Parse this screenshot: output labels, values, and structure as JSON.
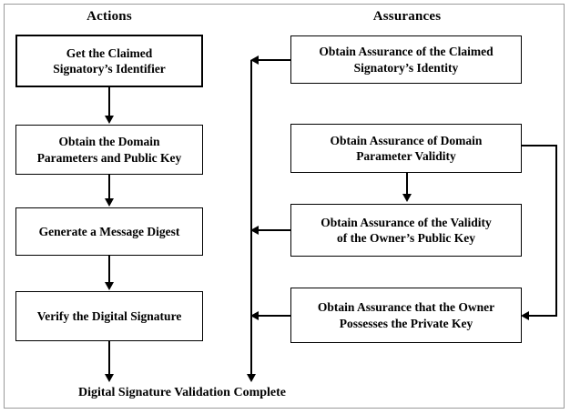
{
  "figure": {
    "type": "flowchart",
    "columns": [
      {
        "name": "actions",
        "header": "Actions"
      },
      {
        "name": "assurances",
        "header": "Assurances"
      }
    ],
    "actions": [
      {
        "id": "a1",
        "label": "Get the Claimed Signatory’s Identifier",
        "line1": "Get the Claimed",
        "line2": "Signatory’s Identifier",
        "emphasis": "thick"
      },
      {
        "id": "a2",
        "label": "Obtain the Domain Parameters and Public Key",
        "line1": "Obtain the Domain",
        "line2": "Parameters and Public Key",
        "emphasis": "normal"
      },
      {
        "id": "a3",
        "label": "Generate a Message Digest",
        "line1": "Generate a Message Digest",
        "line2": "",
        "emphasis": "normal"
      },
      {
        "id": "a4",
        "label": "Verify the Digital Signature",
        "line1": "Verify the Digital Signature",
        "line2": "",
        "emphasis": "normal"
      }
    ],
    "assurances": [
      {
        "id": "s1",
        "label": "Obtain Assurance of the Claimed Signatory’s Identity",
        "line1": "Obtain Assurance of the Claimed",
        "line2": "Signatory’s Identity",
        "emphasis": "normal"
      },
      {
        "id": "s2",
        "label": "Obtain Assurance of Domain Parameter Validity",
        "line1": "Obtain Assurance of Domain",
        "line2": "Parameter Validity",
        "emphasis": "normal"
      },
      {
        "id": "s3",
        "label": "Obtain Assurance of the Validity of the Owner’s Public Key",
        "line1": "Obtain Assurance of the Validity",
        "line2": "of the Owner’s Public Key",
        "emphasis": "normal"
      },
      {
        "id": "s4",
        "label": "Obtain Assurance that the Owner Possesses the Private Key",
        "line1": "Obtain Assurance that the Owner",
        "line2": "Possesses the Private Key",
        "emphasis": "normal"
      }
    ],
    "terminal": {
      "label": "Digital Signature Validation Complete"
    },
    "colors": {
      "line": "#000000",
      "box_border": "#000000",
      "box_fill": "#ffffff",
      "frame_border": "#9a9a9a",
      "text": "#000000",
      "background": "#ffffff"
    }
  }
}
